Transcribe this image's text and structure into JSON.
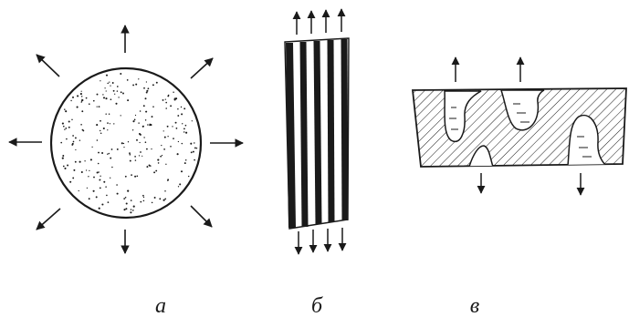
{
  "labels": {
    "a": "а",
    "b": "б",
    "c": "в"
  },
  "colors": {
    "ink": "#1a1a1a",
    "background": "#ffffff"
  }
}
